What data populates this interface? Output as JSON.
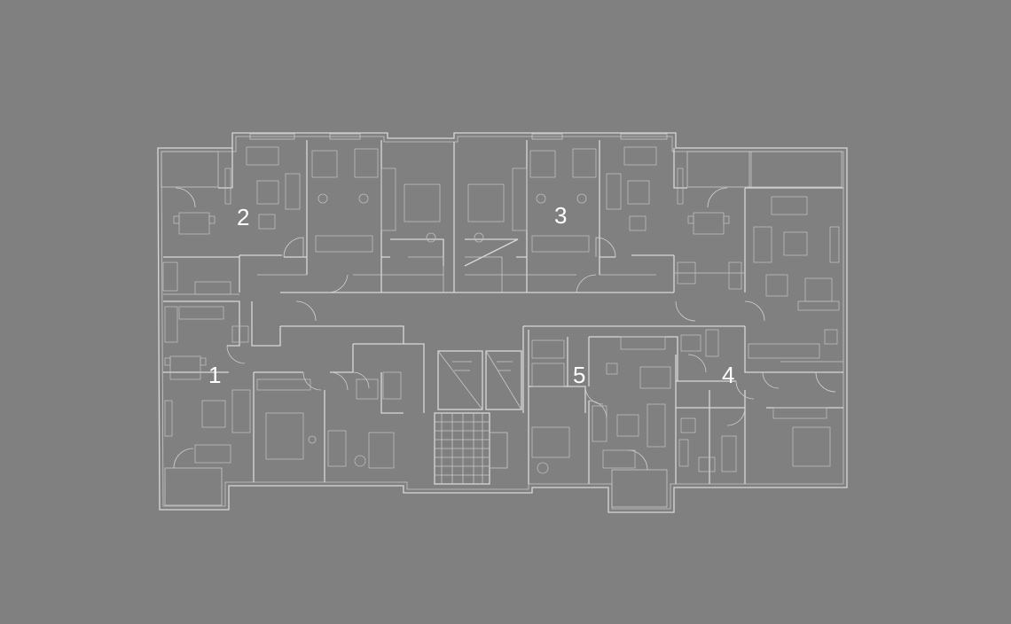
{
  "background_color": "#808080",
  "line_color": "#d8d8d8",
  "label_color": "#ffffff",
  "apartment_labels": [
    "1",
    "2",
    "3",
    "4",
    "5"
  ]
}
